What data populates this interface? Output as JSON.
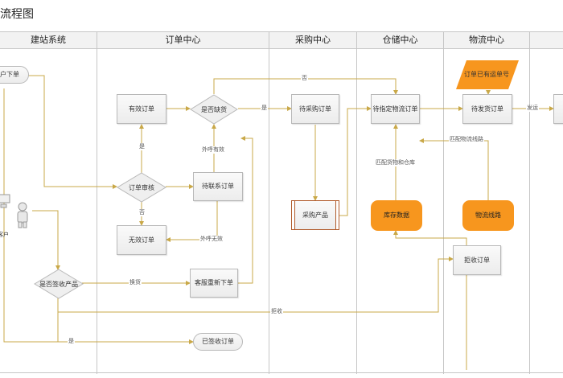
{
  "title": "流程图",
  "lanes": [
    "建站系统",
    "订单中心",
    "采购中心",
    "仓储中心",
    "物流中心"
  ],
  "nodes": {
    "user_order": "户下单",
    "customer": "客户",
    "valid_order": "有效订单",
    "in_stock": "是否缺货",
    "order_review": "订单审核",
    "pending_contact": "待联系订单",
    "invalid_order": "无效订单",
    "sign_decision": "是否签收产品",
    "cs_reorder": "客服重新下单",
    "signed_order": "已签收订单",
    "pending_purchase": "待采购订单",
    "purchase_product": "采购产品",
    "pending_logistics": "待指定物流订单",
    "inventory_data": "库存数据",
    "logistics_track": "物流线路",
    "order_tracking": "订单已有运单号",
    "pending_ship": "待发货订单",
    "refused_order": "拒收订单"
  },
  "edge_labels": {
    "no_top": "否",
    "yes_right": "是",
    "yes_up": "是",
    "no_down": "否",
    "call_valid": "外呼有效",
    "call_invalid": "外呼无效",
    "swap": "换货",
    "refuse": "拒收",
    "yes_bottom": "是",
    "matched_stock": "匹配货物和仓库",
    "matched_route": "匹配物流线路",
    "ship": "发运"
  }
}
